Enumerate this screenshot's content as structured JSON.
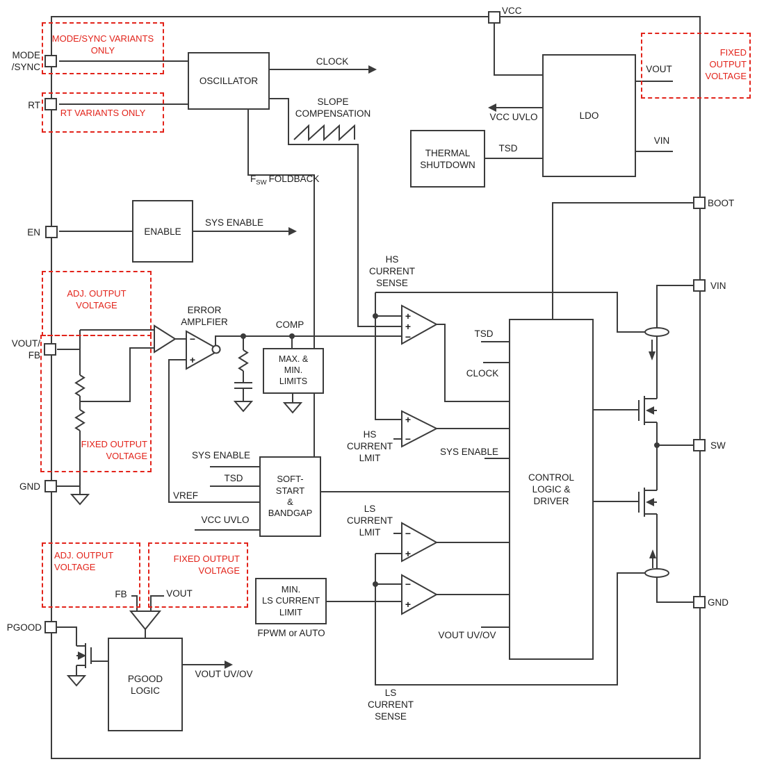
{
  "colors": {
    "accent_red": "#E2231A",
    "ink": "#1D1D1D",
    "wire": "#3B3B3B"
  },
  "pins": {
    "mode_sync": "MODE\n/SYNC",
    "rt": "RT",
    "en": "EN",
    "vout_fb": "VOUT/\nFB",
    "gnd_left": "GND",
    "pgood": "PGOOD",
    "vcc": "VCC",
    "boot": "BOOT",
    "vin": "VIN",
    "sw": "SW",
    "gnd_right": "GND"
  },
  "blocks": {
    "oscillator": "OSCILLATOR",
    "enable": "ENABLE",
    "thermal_shutdown": "THERMAL\nSHUTDOWN",
    "ldo": "LDO",
    "max_min_limits": "MAX. &\nMIN.\nLIMITS",
    "soft_start_bandgap": "SOFT-\nSTART\n&\nBANDGAP",
    "control_logic_driver": "CONTROL\nLOGIC &\nDRIVER",
    "min_ls_current_limit": "MIN.\nLS CURRENT\nLIMIT",
    "pgood_logic": "PGOOD\nLOGIC"
  },
  "signals": {
    "clock": "CLOCK",
    "slope_compensation": "SLOPE\nCOMPENSATION",
    "fsw_f": "F",
    "fsw_sub": "SW",
    "fsw_foldback": "FOLDBACK",
    "sys_enable": "SYS ENABLE",
    "error_amplifier": "ERROR\nAMPLFIER",
    "comp": "COMP",
    "vcc_uvlo": "VCC UVLO",
    "tsd": "TSD",
    "ldo_vout": "VOUT",
    "ldo_vin": "VIN",
    "hs_current_sense": "HS\nCURRENT\nSENSE",
    "tsd_ctrl": "TSD",
    "clock_ctrl": "CLOCK",
    "hs_current_lmit": "HS\nCURRENT\nLMIT",
    "sys_enable_ctrl": "SYS ENABLE",
    "ls_current_lmit": "LS\nCURRENT\nLMIT",
    "sys_enable_ss": "SYS ENABLE",
    "tsd_ss": "TSD",
    "vref": "VREF",
    "vcc_uvlo_ss": "VCC UVLO",
    "fpwm_or_auto": "FPWM or AUTO",
    "vout_uv_ov": "VOUT UV/OV",
    "ls_current_sense": "LS\nCURRENT\nSENSE",
    "fb": "FB",
    "vout_mux": "VOUT",
    "vout_uv_ov_pgood": "VOUT UV/OV"
  },
  "variant_notes": {
    "mode_sync_variants": "MODE/SYNC VARIANTS\nONLY",
    "rt_variants": "RT VARIANTS ONLY",
    "adj_output_mid": "ADJ. OUTPUT\nVOLTAGE",
    "fixed_output_mid": "FIXED OUTPUT\nVOLTAGE",
    "adj_output_bottom": "ADJ. OUTPUT\nVOLTAGE",
    "fixed_output_bottom": "FIXED OUTPUT\nVOLTAGE",
    "fixed_output_top_right": "FIXED\nOUTPUT\nVOLTAGE"
  },
  "glyphs": {
    "plus": "+",
    "minus": "−"
  }
}
